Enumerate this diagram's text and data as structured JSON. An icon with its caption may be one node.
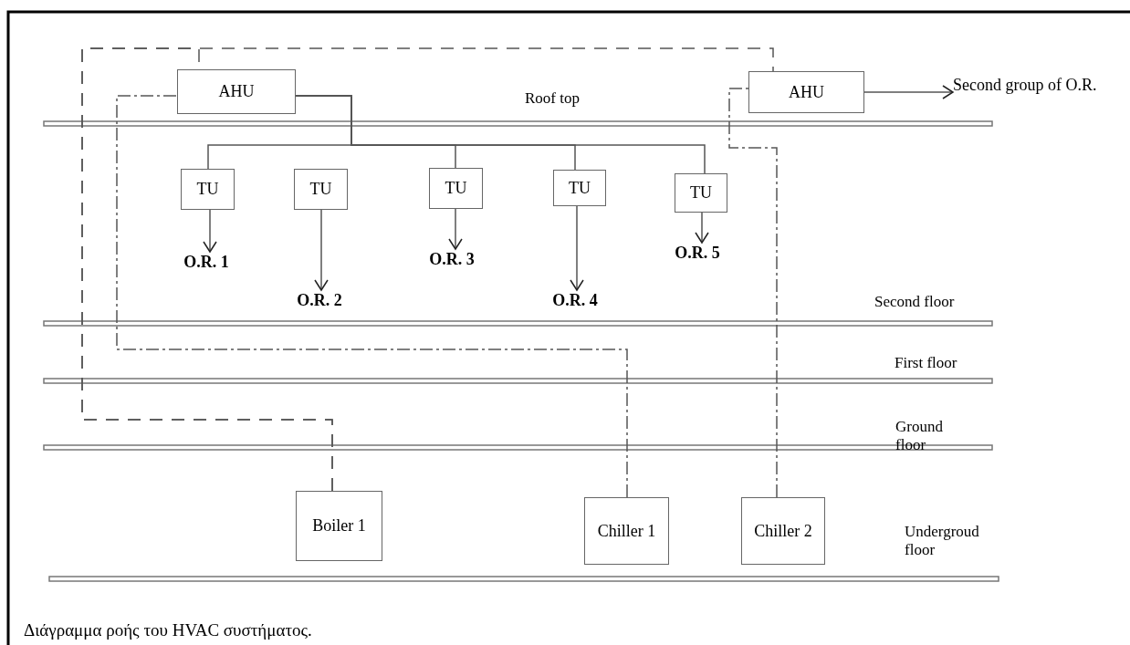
{
  "diagram": {
    "caption": "Διάγραμμα ροής του HVAC συστήματος.",
    "nodes": [
      {
        "text": [
          "AHU"
        ]
      },
      {
        "text": [
          "AHU"
        ]
      },
      {
        "text": [
          "Second group of O.R."
        ]
      },
      {
        "text": [
          "TU"
        ]
      },
      {
        "text": [
          "TU"
        ]
      },
      {
        "text": [
          "TU"
        ]
      },
      {
        "text": [
          "TU"
        ]
      },
      {
        "text": [
          "TU"
        ]
      },
      {
        "text": [
          "O.R. 1"
        ]
      },
      {
        "text": [
          "O.R. 2"
        ]
      },
      {
        "text": [
          "O.R. 3"
        ]
      },
      {
        "text": [
          "O.R. 4"
        ]
      },
      {
        "text": [
          "O.R. 5"
        ]
      },
      {
        "text": [
          "Boiler 1"
        ]
      },
      {
        "text": [
          "Chiller 1"
        ]
      },
      {
        "text": [
          "Chiller 2"
        ]
      }
    ],
    "edges": [
      {
        "from": 0,
        "to": 3,
        "arrow": "none"
      },
      {
        "from": 0,
        "to": 5,
        "arrow": "none"
      },
      {
        "from": 0,
        "to": 6,
        "arrow": "none"
      },
      {
        "from": 0,
        "to": 7,
        "arrow": "none"
      },
      {
        "from": 3,
        "to": 8,
        "arrow": "to"
      },
      {
        "from": 4,
        "to": 9,
        "arrow": "to"
      },
      {
        "from": 5,
        "to": 10,
        "arrow": "to"
      },
      {
        "from": 6,
        "to": 11,
        "arrow": "to"
      },
      {
        "from": 7,
        "to": 12,
        "arrow": "to"
      },
      {
        "from": 1,
        "to": 2,
        "arrow": "to"
      },
      {
        "from": 13,
        "to": 0,
        "arrow": "none",
        "style": "dashed"
      },
      {
        "from": 13,
        "to": 1,
        "arrow": "none",
        "style": "dashed"
      },
      {
        "from": 14,
        "to": 0,
        "arrow": "none",
        "style": "dashed"
      },
      {
        "from": 15,
        "to": 1,
        "arrow": "none",
        "style": "dashed"
      }
    ],
    "labels": [
      "Roof top",
      "Second floor",
      "First floor",
      "Ground floor",
      "Undergroud floor"
    ]
  }
}
